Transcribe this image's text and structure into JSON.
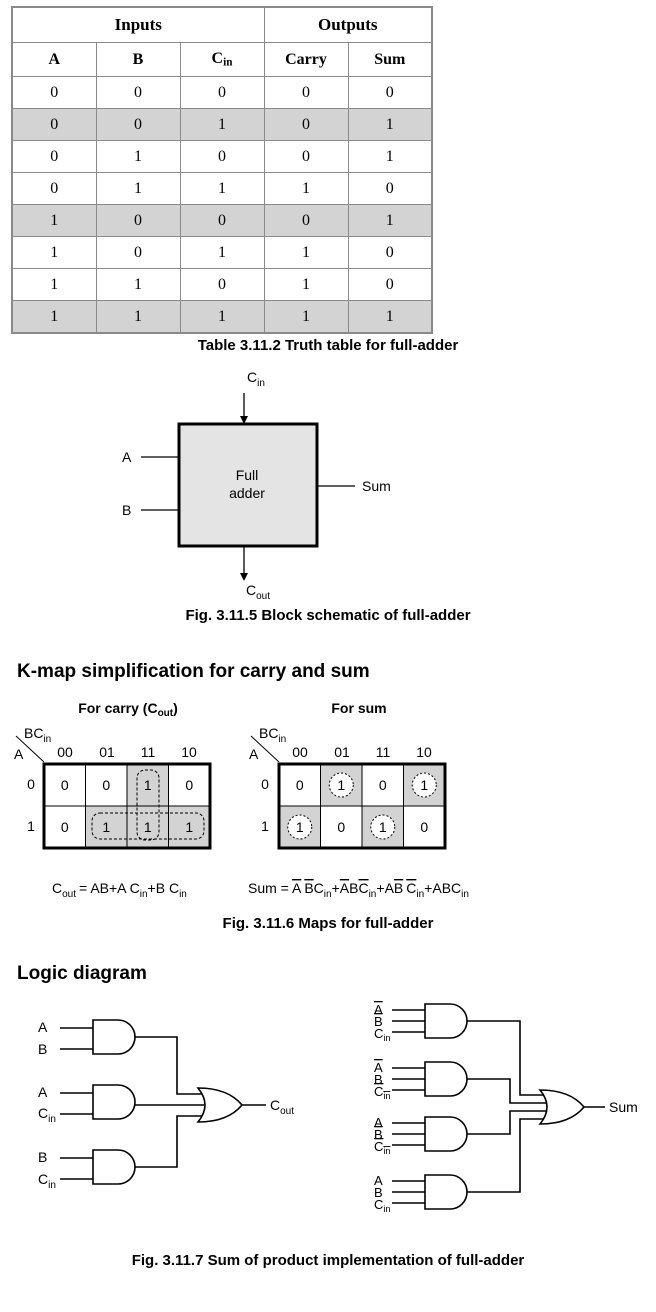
{
  "truth_table": {
    "group_headers": [
      "Inputs",
      "Outputs"
    ],
    "columns": [
      {
        "main": "A",
        "sub": ""
      },
      {
        "main": "B",
        "sub": ""
      },
      {
        "main": "C",
        "sub": "in"
      },
      {
        "main": "Carry",
        "sub": ""
      },
      {
        "main": "Sum",
        "sub": ""
      }
    ],
    "rows": [
      [
        "0",
        "0",
        "0",
        "0",
        "0"
      ],
      [
        "0",
        "0",
        "1",
        "0",
        "1"
      ],
      [
        "0",
        "1",
        "0",
        "0",
        "1"
      ],
      [
        "0",
        "1",
        "1",
        "1",
        "0"
      ],
      [
        "1",
        "0",
        "0",
        "0",
        "1"
      ],
      [
        "1",
        "0",
        "1",
        "1",
        "0"
      ],
      [
        "1",
        "1",
        "0",
        "1",
        "0"
      ],
      [
        "1",
        "1",
        "1",
        "1",
        "1"
      ]
    ],
    "shaded_rows": [
      1,
      4,
      7
    ],
    "caption": "Table 3.11.2 Truth table for full-adder"
  },
  "block": {
    "cin": {
      "main": "C",
      "sub": "in"
    },
    "cout": {
      "main": "C",
      "sub": "out"
    },
    "input_a": "A",
    "input_b": "B",
    "box_line1": "Full",
    "box_line2": "adder",
    "output": "Sum",
    "caption": "Fig. 3.11.5 Block schematic of full-adder"
  },
  "kmap": {
    "heading": "K-map simplification for carry and sum",
    "carry_title": {
      "main": "For carry (C",
      "sub": "out",
      "tail": ")"
    },
    "sum_title": "For sum",
    "corner_top": {
      "main": "BC",
      "sub": "in"
    },
    "corner_left": "A",
    "col_labels": [
      "00",
      "01",
      "11",
      "10"
    ],
    "row_labels": [
      "0",
      "1"
    ],
    "carry_cells": [
      [
        "0",
        "0",
        "1",
        "0"
      ],
      [
        "0",
        "1",
        "1",
        "1"
      ]
    ],
    "sum_cells": [
      [
        "0",
        "1",
        "0",
        "1"
      ],
      [
        "1",
        "0",
        "1",
        "0"
      ]
    ],
    "carry_expr": {
      "lhs": "C",
      "lhs_sub": "out",
      "rhs": "= AB+A C",
      "rhs_sub": "in",
      "rhs2": "+B C",
      "rhs2_sub": "in"
    },
    "sum_expr": {
      "lhs": "Sum = ",
      "t1a": "A",
      "t1b": "B",
      "t1c": "C",
      "t1sub": "in",
      "plus1": "+",
      "t2a": "A",
      "t2b": "B",
      "t2c": "C",
      "t2sub": "in",
      "plus2": "+",
      "t3a": "A",
      "t3b": "B",
      "t3c": "C",
      "t3sub": "in",
      "plus3": "+",
      "t4": "ABC",
      "t4sub": "in"
    },
    "caption": "Fig. 3.11.6 Maps for full-adder"
  },
  "logic": {
    "heading": "Logic diagram",
    "cout": {
      "main": "C",
      "sub": "out"
    },
    "sum": "Sum",
    "caption": "Fig. 3.11.7 Sum of product implementation of full-adder"
  },
  "colors": {
    "shade": "#d3d3d3",
    "block_fill": "#e4e4e4",
    "stroke": "#000000",
    "grid": "#8a8a8a"
  }
}
